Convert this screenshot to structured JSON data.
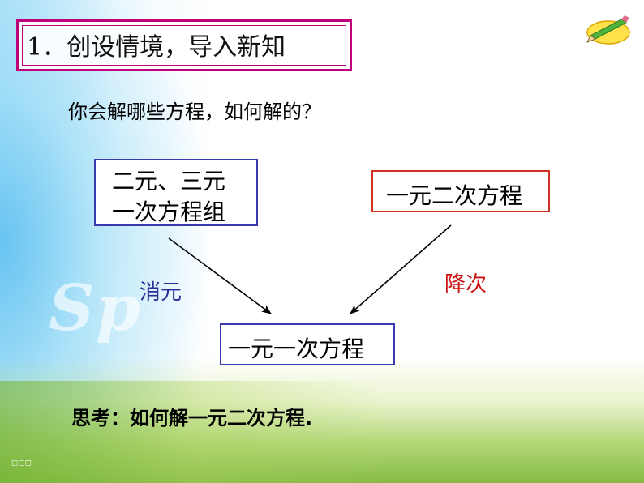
{
  "title": "1．创设情境，导入新知",
  "question": "你会解哪些方程，如何解的？",
  "boxes": {
    "left_line1": "二元、三元",
    "left_line2": "一次方程组",
    "right": "一元二次方程",
    "bottom": "一元一次方程"
  },
  "edges": {
    "left_label": "消元",
    "right_label": "降次"
  },
  "think": "思考：如何解一元二次方程.",
  "colors": {
    "title_border": "#c0007a",
    "left_box_border": "#3a3ab0",
    "right_box_border": "#d03020",
    "label_blue": "#2b2b9a",
    "label_red": "#cc1111"
  },
  "icons": [
    "pencil-icon"
  ]
}
